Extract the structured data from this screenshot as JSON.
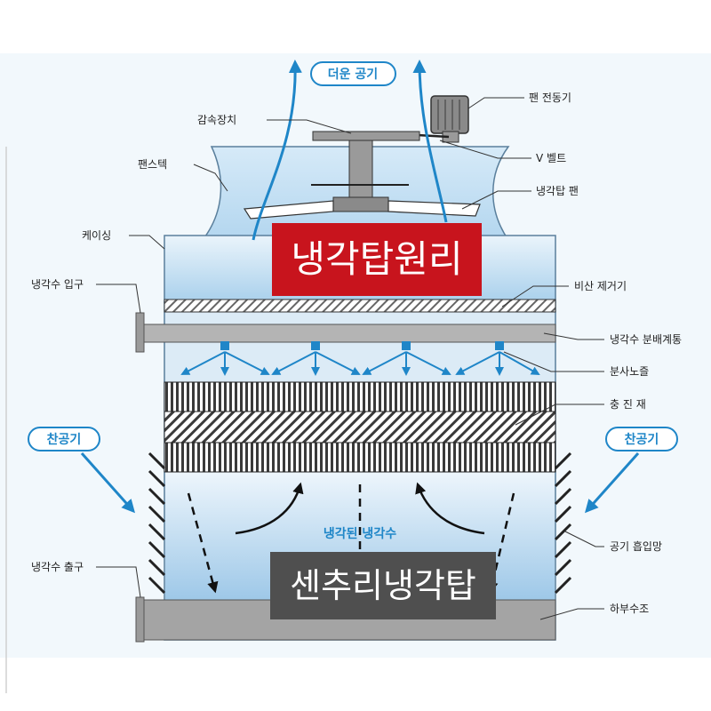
{
  "banners": {
    "title": "냉각탑원리",
    "subtitle": "센추리냉각탑"
  },
  "labels": {
    "hot_air": "더운 공기",
    "fan_motor": "팬 전동기",
    "reducer": "감속장치",
    "v_belt": "V 벨트",
    "fan_stack": "팬스텍",
    "cooling_fan": "냉각탑 팬",
    "casing": "케이싱",
    "water_inlet": "냉각수 입구",
    "drift_eliminator": "비산 제거기",
    "distribution_pipe": "냉각수 분배계통",
    "spray_nozzle": "분사노즐",
    "fill_media": "충 진 재",
    "cold_air_left": "찬공기",
    "cold_air_right": "찬공기",
    "cooled_water": "냉각된 냉각수",
    "water_outlet": "냉각수 출구",
    "air_inlet_screen": "공기 흡입망",
    "basin": "하부수조"
  },
  "colors": {
    "accent_blue": "#1f86c8",
    "banner_red": "#c8141d",
    "banner_gray": "#4f4f4f",
    "casing_light": "#dcebf6",
    "casing_mid": "#a8cfea"
  }
}
